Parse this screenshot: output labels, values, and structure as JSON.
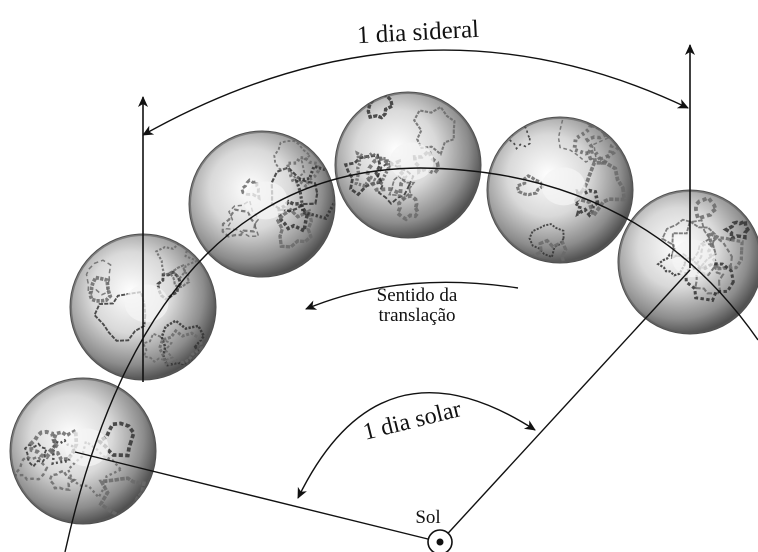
{
  "labels": {
    "sidereal_day": "1 dia sideral",
    "solar_day": "1 dia solar",
    "direction_line1": "Sentido da",
    "direction_line2": "translação",
    "sun": "Sol"
  },
  "colors": {
    "ink": "#111111",
    "globe_light": "#ffffff",
    "globe_mid": "#bdbdbd",
    "globe_dark": "#4a4a4a",
    "continent": "#6a6a6a"
  },
  "globes": [
    {
      "id": "earth-position-1",
      "icon": "earth-globe-icon"
    },
    {
      "id": "earth-position-2",
      "icon": "earth-globe-icon"
    },
    {
      "id": "earth-position-3",
      "icon": "earth-globe-icon"
    },
    {
      "id": "earth-position-4",
      "icon": "earth-globe-icon"
    },
    {
      "id": "earth-position-5",
      "icon": "earth-globe-icon"
    },
    {
      "id": "earth-position-6",
      "icon": "earth-globe-icon"
    }
  ]
}
